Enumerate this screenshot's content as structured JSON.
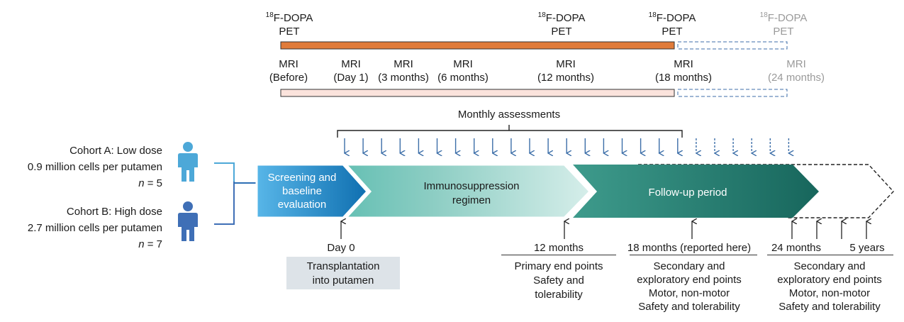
{
  "pet_labels": [
    {
      "id": "pet-before",
      "sup": "18",
      "name": "F-DOPA",
      "line2": "PET",
      "muted": false
    },
    {
      "id": "pet-12",
      "sup": "18",
      "name": "F-DOPA",
      "line2": "PET",
      "muted": false
    },
    {
      "id": "pet-18",
      "sup": "18",
      "name": "F-DOPA",
      "line2": "PET",
      "muted": false
    },
    {
      "id": "pet-24",
      "sup": "18",
      "name": "F-DOPA",
      "line2": "PET",
      "muted": true
    }
  ],
  "mri_labels": [
    {
      "id": "mri-before",
      "line1": "MRI",
      "line2": "(Before)",
      "muted": false
    },
    {
      "id": "mri-day1",
      "line1": "MRI",
      "line2": "(Day 1)",
      "muted": false
    },
    {
      "id": "mri-3m",
      "line1": "MRI",
      "line2": "(3 months)",
      "muted": false
    },
    {
      "id": "mri-6m",
      "line1": "MRI",
      "line2": "(6 months)",
      "muted": false
    },
    {
      "id": "mri-12m",
      "line1": "MRI",
      "line2": "(12 months)",
      "muted": false
    },
    {
      "id": "mri-18m",
      "line1": "MRI",
      "line2": "(18 months)",
      "muted": false
    },
    {
      "id": "mri-24m",
      "line1": "MRI",
      "line2": "(24 months)",
      "muted": true
    }
  ],
  "assessments": {
    "label": "Monthly assessments",
    "solid_count": 19,
    "dashed_count": 6
  },
  "cohorts": [
    {
      "id": "cohort-a",
      "line1": "Cohort A: Low dose",
      "line2": "0.9 million cells per putamen",
      "n_label": "n",
      "n_value": " = 5"
    },
    {
      "id": "cohort-b",
      "line1": "Cohort B: High dose",
      "line2": "2.7 million cells per putamen",
      "n_label": "n",
      "n_value": " = 7"
    }
  ],
  "phases": {
    "screening": {
      "line1": "Screening and",
      "line2": "baseline",
      "line3": "evaluation"
    },
    "immuno": {
      "line1": "Immunosuppression",
      "line2": "regimen"
    },
    "followup": {
      "line1": "Follow-up period"
    }
  },
  "day0": {
    "label": "Day 0",
    "box_line1": "Transplantation",
    "box_line2": "into putamen"
  },
  "milestones": {
    "m12": {
      "header": "12 months",
      "line1": "Primary end points",
      "line2": "Safety and",
      "line3": "tolerability"
    },
    "m18": {
      "header": "18 months (reported here)",
      "line1": "Secondary and",
      "line2": "exploratory end points",
      "line3": "Motor, non-motor",
      "line4": "Safety and tolerability"
    },
    "m24": {
      "header_left": "24 months",
      "header_right": "5 years",
      "line1": "Secondary and",
      "line2": "exploratory end points",
      "line3": "Motor, non-motor",
      "line4": "Safety and tolerability"
    }
  },
  "colors": {
    "pet_bar": "#e07b3a",
    "mri_bar": "#fbe3dc",
    "arrow_blue": "#3c6ea8",
    "person_a": "#4da8d8",
    "person_b": "#3f6fb6",
    "screening_dark": "#0f6fb0",
    "screening_light": "#58b6e8",
    "immuno_light": "#8ccdc3",
    "followup_dark": "#17665c",
    "followup_light": "#3e9b8c"
  }
}
